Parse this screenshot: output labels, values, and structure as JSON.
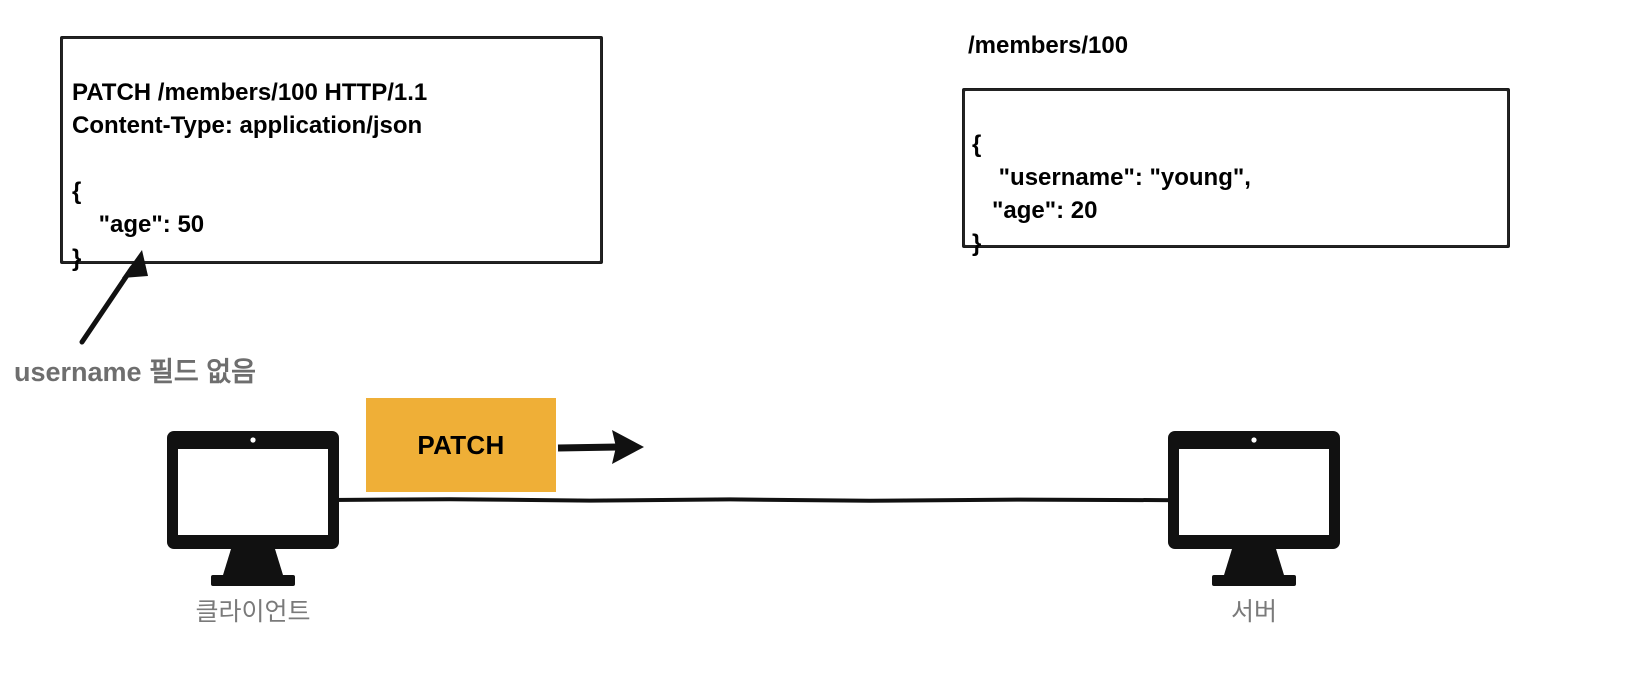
{
  "request": {
    "title_line": "PATCH /members/100 HTTP/1.1",
    "code": "PATCH /members/100 HTTP/1.1\nContent-Type: application/json\n\n{\n    \"age\": 50\n}"
  },
  "resource": {
    "path": "/members/100",
    "code": "{\n    \"username\": \"young\",\n   \"age\": 20\n}"
  },
  "annotation": {
    "text": "username 필드 없음",
    "color": "#6e6e6e",
    "arrow_icon": "arrow-up-right-icon"
  },
  "method_badge": {
    "label": "PATCH",
    "color": "#efaf37",
    "arrow_icon": "arrow-right-icon"
  },
  "nodes": {
    "client": {
      "label": "클라이언트",
      "icon": "monitor-icon"
    },
    "server": {
      "label": "서버",
      "icon": "monitor-icon"
    }
  },
  "connection": {
    "icon": "horizontal-line-icon"
  },
  "colors": {
    "accent": "#efaf37",
    "ink": "#000000",
    "muted": "#7a7a7a"
  }
}
